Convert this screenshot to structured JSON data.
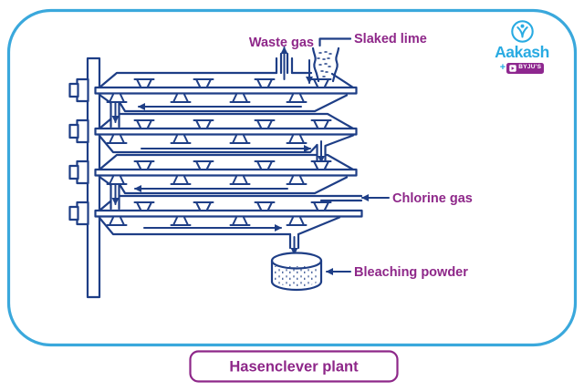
{
  "frame": {
    "border_color": "#3AA8DC"
  },
  "diagram": {
    "line_color": "#1E3E86",
    "label_color": "#8E2789",
    "labels": {
      "waste_gas": "Waste gas",
      "slaked_lime": "Slaked lime",
      "chlorine_gas": "Chlorine gas",
      "bleaching_powder": "Bleaching powder"
    }
  },
  "caption": {
    "text": "Hasenclever plant",
    "border_color": "#8E2789"
  },
  "logo": {
    "brand": "Aakash",
    "plus": "+",
    "sub_brand": "BYJU'S",
    "brand_color": "#29ABE2",
    "badge_color": "#8E278F"
  }
}
